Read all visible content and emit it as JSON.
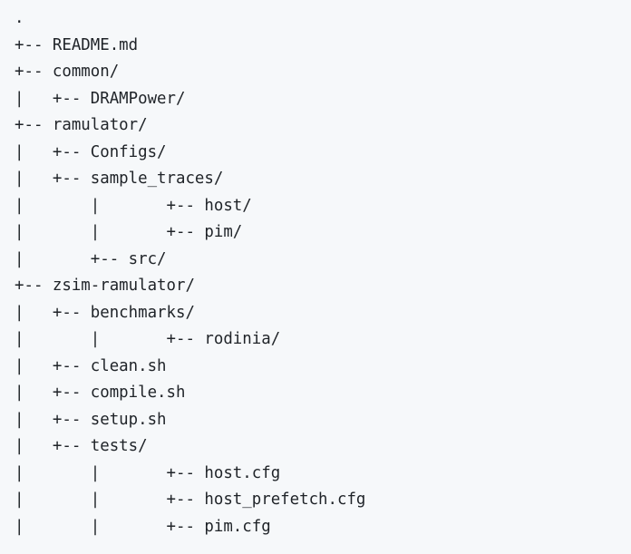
{
  "code_block": {
    "lines": [
      ".",
      "+-- README.md",
      "+-- common/",
      "|   +-- DRAMPower/",
      "+-- ramulator/",
      "|   +-- Configs/",
      "|   +-- sample_traces/",
      "|       |       +-- host/",
      "|       |       +-- pim/",
      "|       +-- src/",
      "+-- zsim-ramulator/",
      "|   +-- benchmarks/",
      "|       |       +-- rodinia/",
      "|   +-- clean.sh",
      "|   +-- compile.sh",
      "|   +-- setup.sh",
      "|   +-- tests/",
      "|       |       +-- host.cfg",
      "|       |       +-- host_prefetch.cfg",
      "|       |       +-- pim.cfg"
    ]
  },
  "colors": {
    "background": "#f6f8fa",
    "text": "#1f2328"
  }
}
